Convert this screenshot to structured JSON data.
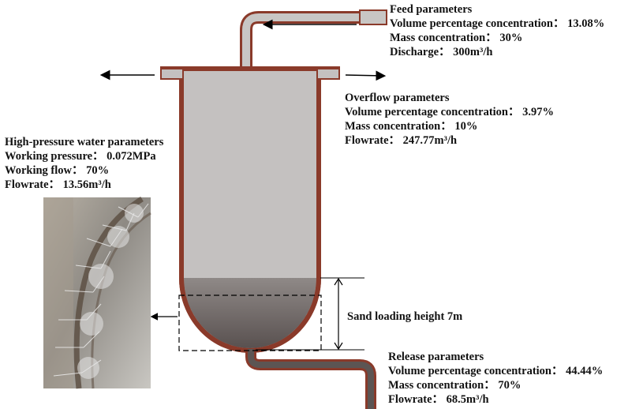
{
  "feed": {
    "title": "Feed parameters",
    "volume": "Volume percentage concentration： 13.08%",
    "mass": "Mass concentration： 30%",
    "discharge": "Discharge： 300m³/h"
  },
  "overflow": {
    "title": "Overflow parameters",
    "volume": "Volume percentage concentration： 3.97%",
    "mass": "Mass concentration： 10%",
    "flowrate": "Flowrate： 247.77m³/h"
  },
  "high_pressure": {
    "title": "High-pressure water parameters",
    "pressure": "Working pressure： 0.072MPa",
    "flow": "Working flow： 70%",
    "flowrate": "Flowrate： 13.56m³/h"
  },
  "sand": {
    "label": "Sand loading height 7m"
  },
  "release": {
    "title": "Release parameters",
    "volume": "Volume percentage concentration： 44.44%",
    "mass": "Mass concentration： 70%",
    "flowrate": "Flowrate： 68.5m³/h"
  },
  "colors": {
    "vessel_wall": "#8a3a2a",
    "vessel_fill": "#c4c1c0",
    "pipe_fill": "#c8c6c4",
    "sand_top": "#8d8785",
    "sand_bottom": "#5b5250",
    "release_pipe": "#5c5553"
  }
}
